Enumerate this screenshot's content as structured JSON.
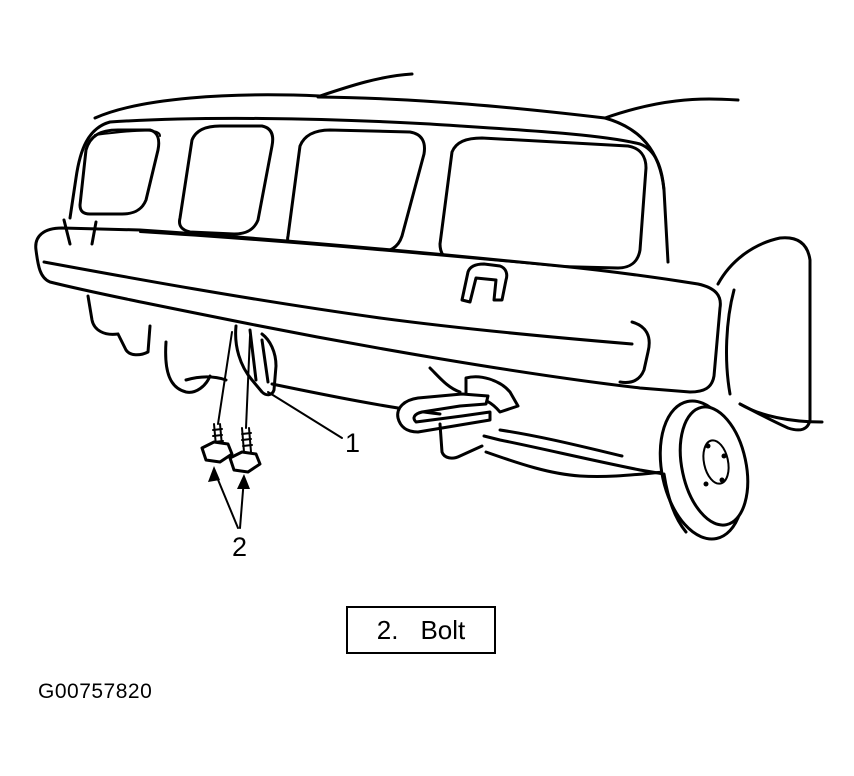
{
  "callouts": {
    "bracket_number": "1",
    "bolt_number": "2"
  },
  "legend": {
    "number": "2.",
    "label": "Bolt"
  },
  "figure_id": "G00757820",
  "colors": {
    "ink": "#000000",
    "paper": "#ffffff"
  }
}
